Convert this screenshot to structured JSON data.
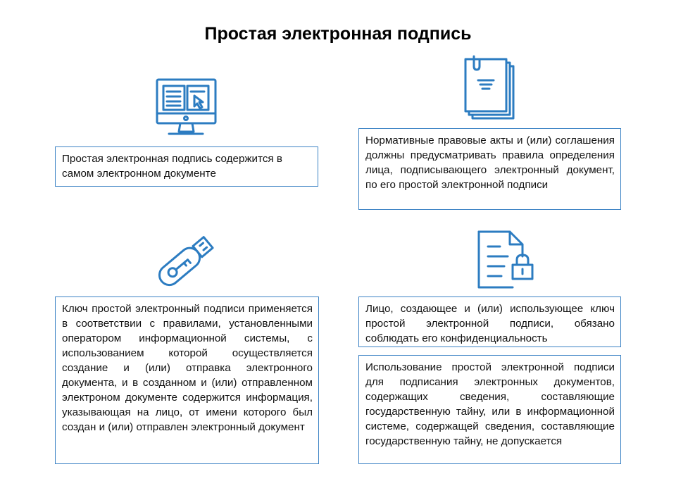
{
  "title": "Простая электронная подпись",
  "accent_color": "#2c7cc1",
  "cards": [
    {
      "icon": "monitor-book-icon",
      "text": "Простая электронная подпись содержится в самом электронном документе"
    },
    {
      "icon": "documents-stack-icon",
      "text": "Нормативные правовые акты и (или) соглашения должны предусматривать правила определения лица, подписывающего электронный документ, по его простой электронной подписи"
    },
    {
      "icon": "usb-key-icon",
      "text": "Ключ простой электронный подписи применяется в соответствии с правилами, установленными оператором информационной системы, с использованием которой осуществляется создание и (или) отправка электронного документа, и в созданном и (или) отправленном электроном документе содержится информация, указывающая на лицо, от имени которого был создан и (или) отправлен электронный документ"
    },
    {
      "icon": "document-lock-icon",
      "text": "Лицо, создающее и (или) использующее ключ простой электронной подписи, обязано соблюдать его конфиденциальность"
    },
    {
      "icon": "",
      "text": "Использование простой электронной подписи для подписания электронных документов, содержащих сведения, составляющие государственную тайну, или в информационной системе, содержащей сведения, составляющие государственную тайну, не допускается"
    }
  ]
}
